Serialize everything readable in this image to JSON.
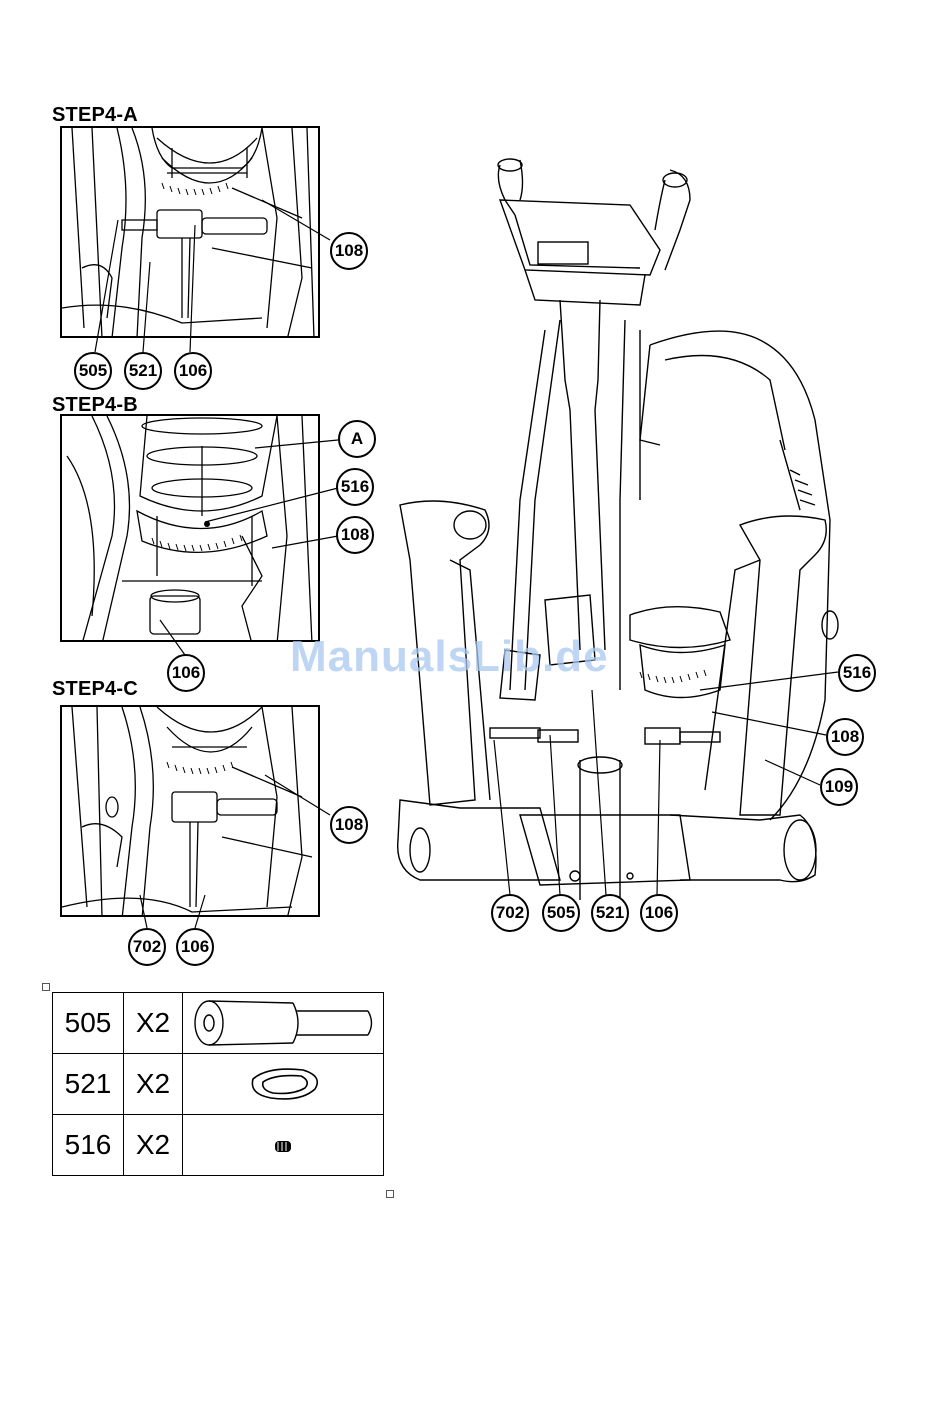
{
  "steps": {
    "a": {
      "title": "STEP4-A",
      "callouts": [
        "108",
        "505",
        "521",
        "106"
      ]
    },
    "b": {
      "title": "STEP4-B",
      "callouts": [
        "A",
        "516",
        "108",
        "106"
      ]
    },
    "c": {
      "title": "STEP4-C",
      "callouts": [
        "108",
        "702",
        "106"
      ]
    }
  },
  "main": {
    "callouts_right": [
      "516",
      "108",
      "109"
    ],
    "callouts_bottom": [
      "702",
      "505",
      "521",
      "106"
    ]
  },
  "parts_table": [
    {
      "part": "505",
      "qty": "X2",
      "icon": "bolt-icon"
    },
    {
      "part": "521",
      "qty": "X2",
      "icon": "curved-washer-icon"
    },
    {
      "part": "516",
      "qty": "X2",
      "icon": "set-screw-icon"
    }
  ],
  "watermark": "ManualsLib.de",
  "colors": {
    "line": "#000000",
    "watermark": "#a9c9ef"
  }
}
